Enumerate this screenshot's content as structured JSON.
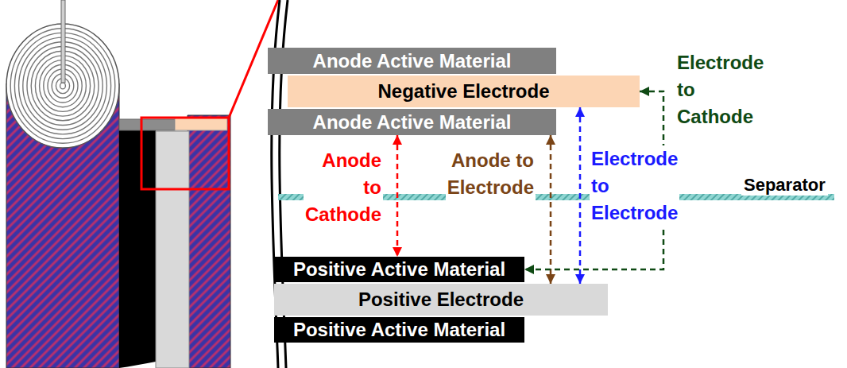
{
  "diagram": {
    "nodes": [
      {
        "text": [
          "Anode Active Material"
        ]
      },
      {
        "text": [
          "Negative Electrode"
        ]
      },
      {
        "text": [
          "Anode Active Material"
        ]
      },
      {
        "text": [
          "Positive Active Material"
        ]
      },
      {
        "text": [
          "Positive Electrode"
        ]
      },
      {
        "text": [
          "Positive Active Material"
        ]
      }
    ],
    "edges": [
      {
        "from": 2,
        "to": 3,
        "label": "Anode to Cathode",
        "arrow": "both"
      },
      {
        "from": 2,
        "to": 4,
        "label": "Anode to Electrode",
        "arrow": "both"
      },
      {
        "from": 1,
        "to": 4,
        "label": "Electrode to Electrode",
        "arrow": "both"
      },
      {
        "from": 1,
        "to": 3,
        "label": "Electrode to Cathode",
        "arrow": "both"
      }
    ],
    "labels": [
      "Separator"
    ]
  }
}
